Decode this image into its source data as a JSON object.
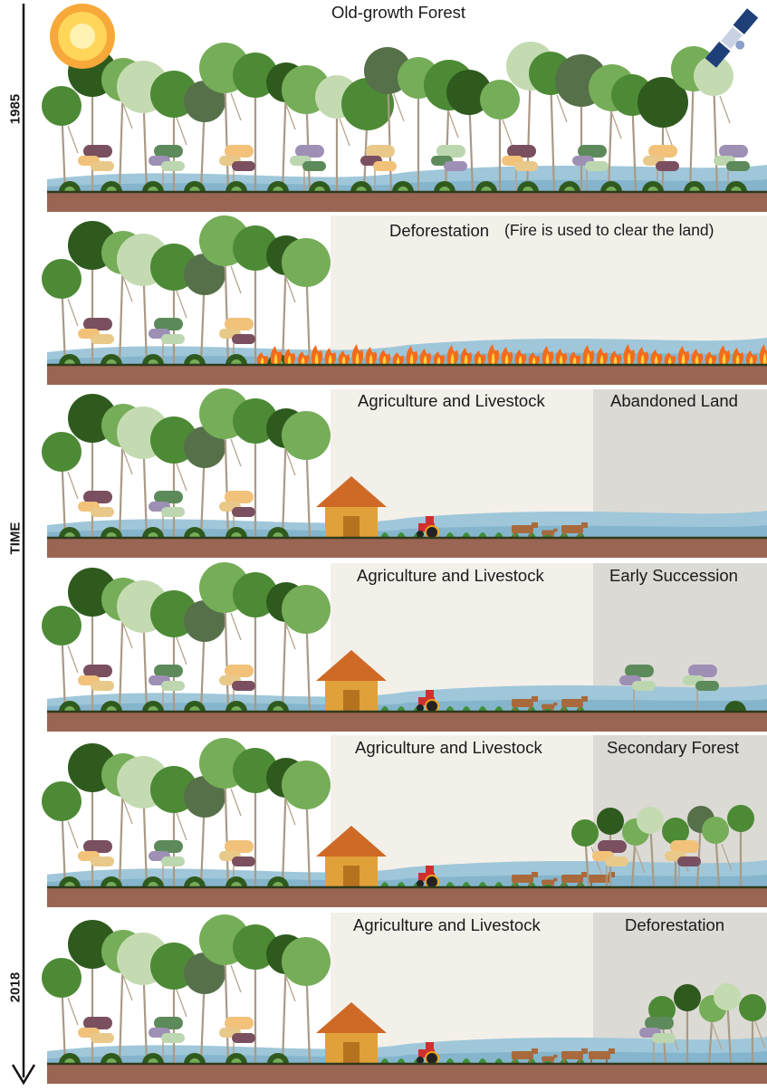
{
  "timeline": {
    "start_year": "1985",
    "end_year": "2018",
    "axis_label": "TIME"
  },
  "panels": [
    {
      "labels": [
        "Old-growth Forest"
      ]
    },
    {
      "labels": [
        "Deforestation",
        "(Fire is used to clear the land)"
      ]
    },
    {
      "labels": [
        "Agriculture and Livestock",
        "Abandoned Land"
      ]
    },
    {
      "labels": [
        "Agriculture and Livestock",
        "Early Succession"
      ]
    },
    {
      "labels": [
        "Agriculture and Livestock",
        "Secondary Forest"
      ]
    },
    {
      "labels": [
        "Agriculture and Livestock",
        "Deforestation"
      ]
    }
  ],
  "icons": {
    "sun": "sun-icon",
    "satellite": "satellite-icon",
    "tractor": "tractor-icon",
    "hut": "hut-icon",
    "cow": "cow-icon",
    "fire": "fire-icon"
  },
  "colors": {
    "soil": "#9b6553",
    "ground_line": "#2f3a1c",
    "water": "#9fc7d9",
    "water_dark": "#6fa6c2",
    "clearing_panel": "#f3f0ea",
    "abandoned_panel": "#dcdad5",
    "tree_dark": "#2f5a1e",
    "tree_mid": "#4d8a35",
    "tree_light": "#76ad58",
    "tree_pale": "#c4dbb2",
    "fire": "#f26b1d",
    "hut": "#e0a13a",
    "hut_roof": "#cf6a26",
    "cow": "#a86a3c",
    "sun": "#f4b63b"
  }
}
